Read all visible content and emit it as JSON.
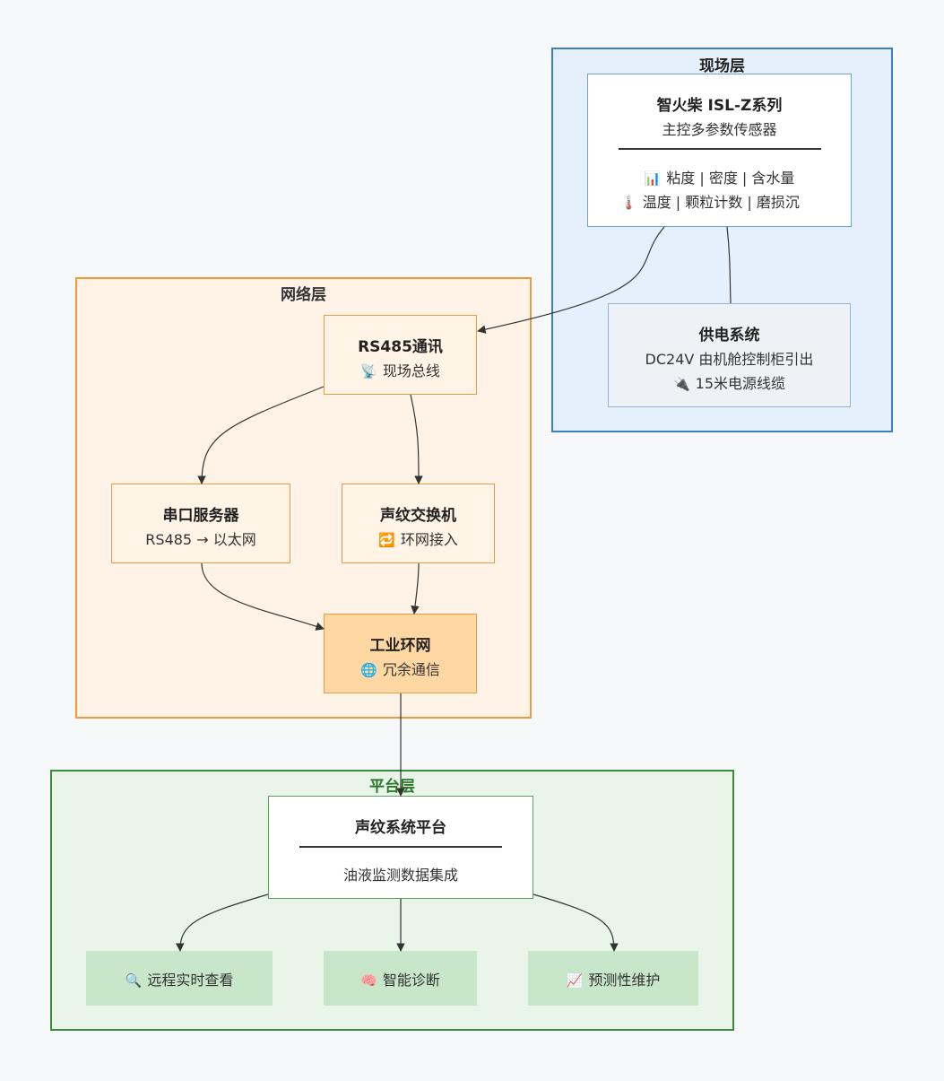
{
  "layers": {
    "field": "现场层",
    "network": "网络层",
    "platform": "平台层"
  },
  "nodes": {
    "sensor": {
      "title": "智火柴 ISL-Z系列",
      "subtitle": "主控多参数传感器",
      "line1": "粘度 | 密度 | 含水量",
      "line2": "温度 | 颗粒计数 | 磨损沉",
      "icon1": "📊",
      "icon2": "🌡️"
    },
    "power": {
      "title": "供电系统",
      "line1": "DC24V 由机舱控制柜引出",
      "line2": "15米电源线缆",
      "icon2": "🔌"
    },
    "rs485": {
      "title": "RS485通讯",
      "line1": "现场总线",
      "icon1": "📡"
    },
    "serial": {
      "title": "串口服务器",
      "line1": "RS485 → 以太网"
    },
    "switch": {
      "title": "声纹交换机",
      "line1": "环网接入",
      "icon1": "🔁"
    },
    "ring": {
      "title": "工业环网",
      "line1": "冗余通信",
      "icon1": "🌐"
    },
    "platform": {
      "title": "声纹系统平台",
      "line1": "油液监测数据集成"
    },
    "remote": {
      "label": "远程实时查看",
      "icon": "🔍"
    },
    "diagnose": {
      "label": "智能诊断",
      "icon": "🧠"
    },
    "predict": {
      "label": "预测性维护",
      "icon": "📈"
    }
  },
  "colors": {
    "field_bg": "#e4f1fc",
    "field_border": "#3a7fc1",
    "network_bg": "#fef3e6",
    "network_border": "#ef9a3c",
    "platform_bg": "#e8f5e8",
    "platform_border": "#3a8a3a",
    "edge": "#333333"
  }
}
